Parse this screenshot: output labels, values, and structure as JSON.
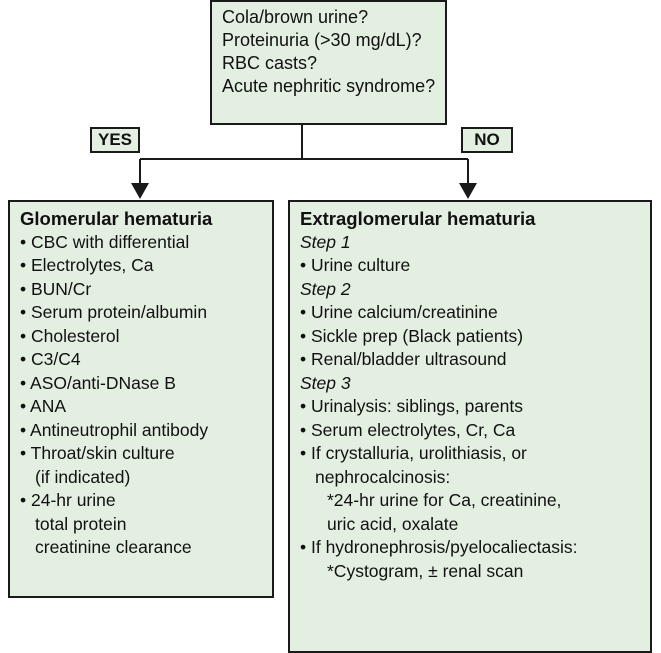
{
  "question": {
    "lines": [
      "Cola/brown urine?",
      "Proteinuria (>30 mg/dL)?",
      "RBC casts?",
      "Acute nephritic syndrome?"
    ]
  },
  "branches": {
    "yes_label": "YES",
    "no_label": "NO"
  },
  "glomerular": {
    "title": "Glomerular hematuria",
    "items": [
      "• CBC with differential",
      "• Electrolytes, Ca",
      "• BUN/Cr",
      "• Serum protein/albumin",
      "• Cholesterol",
      "• C3/C4",
      "• ASO/anti-DNase B",
      "• ANA",
      "• Antineutrophil antibody",
      "• Throat/skin culture",
      "(if indicated)",
      "• 24-hr urine",
      "total protein",
      "creatinine clearance"
    ]
  },
  "extraglomerular": {
    "title": "Extraglomerular hematuria",
    "step1": "Step 1",
    "step1_items": [
      "• Urine culture"
    ],
    "step2": "Step 2",
    "step2_items": [
      "• Urine calcium/creatinine",
      "• Sickle prep (Black patients)",
      "• Renal/bladder ultrasound"
    ],
    "step3": "Step 3",
    "step3_items": [
      "• Urinalysis: siblings, parents",
      "• Serum electrolytes, Cr, Ca",
      "• If crystalluria, urolithiasis, or",
      "nephrocalcinosis:",
      "*24-hr urine for Ca, creatinine,",
      "uric acid, oxalate",
      "• If hydronephrosis/pyelocaliectasis:",
      "*Cystogram, ± renal scan"
    ]
  }
}
